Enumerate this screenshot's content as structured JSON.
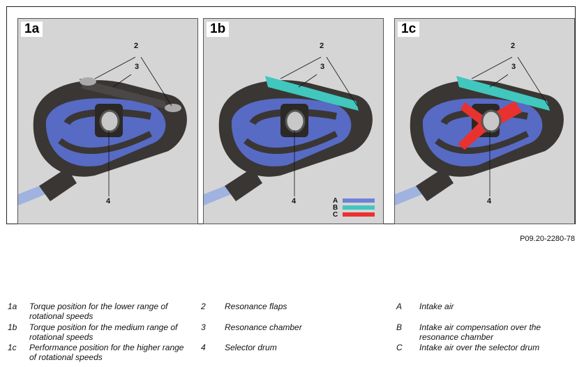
{
  "panels": [
    {
      "tag": "1a",
      "callouts": {
        "c2": "2",
        "c3": "3",
        "c4": "4"
      }
    },
    {
      "tag": "1b",
      "callouts": {
        "c2": "2",
        "c3": "3",
        "c4": "4"
      }
    },
    {
      "tag": "1c",
      "callouts": {
        "c2": "2",
        "c3": "3",
        "c4": "4"
      }
    }
  ],
  "legend": [
    {
      "key": "A",
      "color": "#6f83d6"
    },
    {
      "key": "B",
      "color": "#41c7bd"
    },
    {
      "key": "C",
      "color": "#e8322f"
    }
  ],
  "figure_ref": "P09.20-2280-78",
  "captions": [
    {
      "key": "1a",
      "text": "Torque position for the lower range of rotational speeds"
    },
    {
      "key": "1b",
      "text": "Torque position for the medium range of rotational speeds"
    },
    {
      "key": "1c",
      "text": "Performance position for the higher range of rotational speeds"
    },
    {
      "key": "2",
      "text": "Resonance flaps"
    },
    {
      "key": "3",
      "text": "Resonance chamber"
    },
    {
      "key": "4",
      "text": "Selector drum"
    },
    {
      "key": "A",
      "text": "Intake air"
    },
    {
      "key": "B",
      "text": "Intake air compensation over the resonance chamber"
    },
    {
      "key": "C",
      "text": "Intake air over the selector drum"
    }
  ],
  "colors": {
    "intake_blue": "#5a6fd0",
    "resonance_teal": "#41c7bd",
    "drum_red": "#e8322f",
    "body_dark": "#3a3634"
  }
}
